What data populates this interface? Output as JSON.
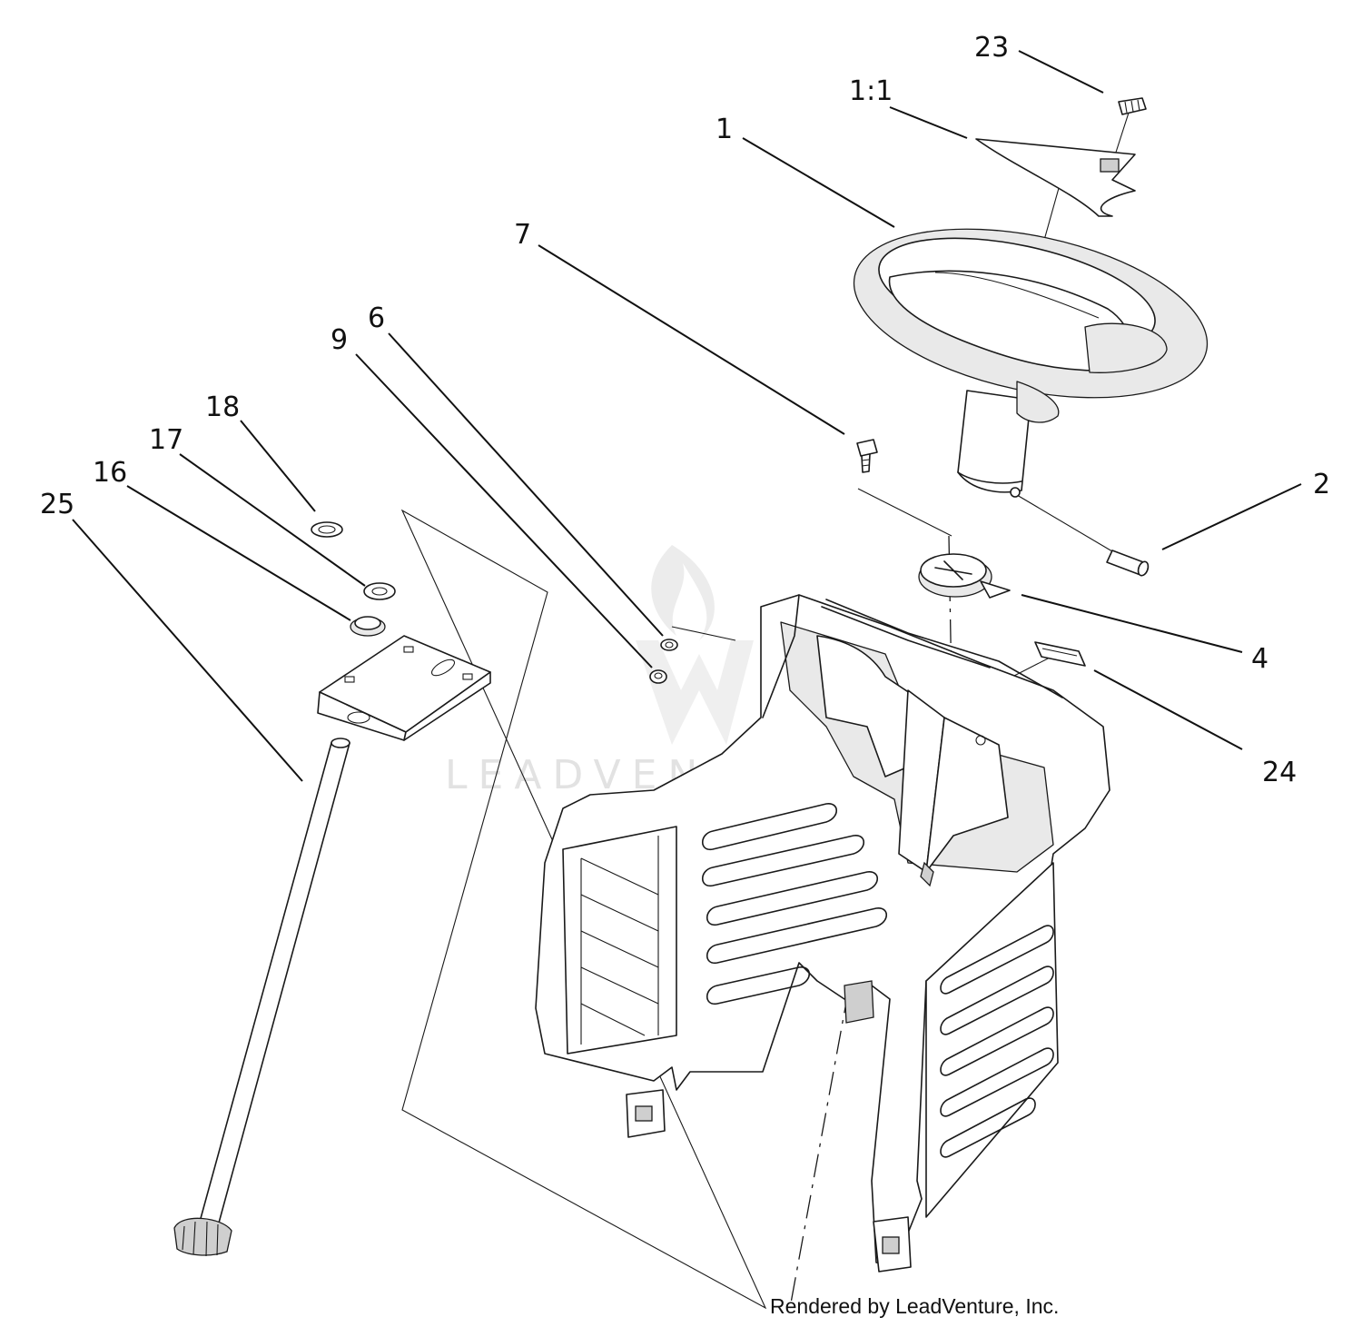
{
  "diagram": {
    "callouts": [
      {
        "id": "23",
        "label": "23"
      },
      {
        "id": "1-1",
        "label": "1:1"
      },
      {
        "id": "1",
        "label": "1"
      },
      {
        "id": "7",
        "label": "7"
      },
      {
        "id": "6",
        "label": "6"
      },
      {
        "id": "9",
        "label": "9"
      },
      {
        "id": "18",
        "label": "18"
      },
      {
        "id": "17",
        "label": "17"
      },
      {
        "id": "16",
        "label": "16"
      },
      {
        "id": "25",
        "label": "25"
      },
      {
        "id": "2",
        "label": "2"
      },
      {
        "id": "4",
        "label": "4"
      },
      {
        "id": "24",
        "label": "24"
      }
    ],
    "watermark": "LEADVENTURE",
    "credit": "Rendered by LeadVenture, Inc."
  },
  "colors": {
    "ink": "#1a1a1a",
    "paper": "#ffffff",
    "watermark": "#e2e2e2"
  }
}
